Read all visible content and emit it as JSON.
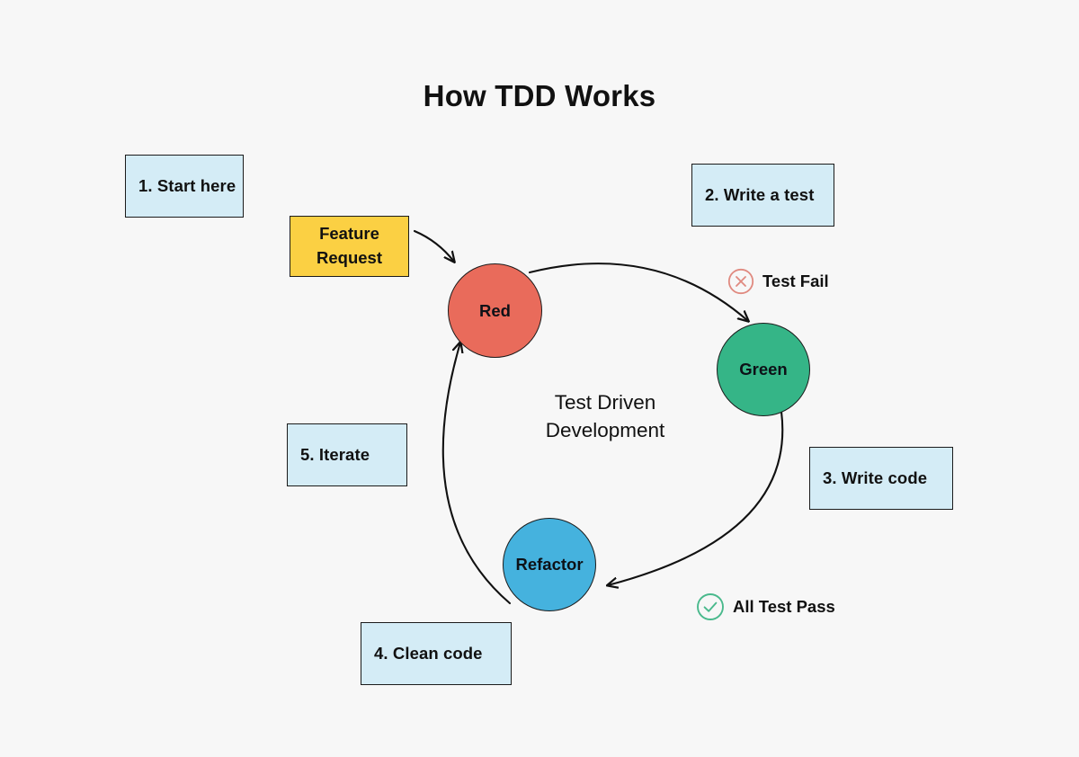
{
  "page": {
    "title": "How TDD Works",
    "background_color": "#f7f7f7"
  },
  "diagram": {
    "center_label_line1": "Test Driven",
    "center_label_line2": "Development",
    "input_box": {
      "line1": "Feature",
      "line2": "Request",
      "color": "#fbd043"
    },
    "nodes": [
      {
        "id": "red",
        "label": "Red",
        "color": "#e96b5b"
      },
      {
        "id": "green",
        "label": "Green",
        "color": "#35b587"
      },
      {
        "id": "refactor",
        "label": "Refactor",
        "color": "#45b2de"
      }
    ],
    "notes": [
      {
        "id": "start-here",
        "label": "1. Start here",
        "color": "#d4ecf6"
      },
      {
        "id": "write-a-test",
        "label": "2. Write a test",
        "color": "#d4ecf6"
      },
      {
        "id": "write-code",
        "label": "3. Write code",
        "color": "#d4ecf6"
      },
      {
        "id": "clean-code",
        "label": "4. Clean code",
        "color": "#d4ecf6"
      },
      {
        "id": "iterate",
        "label": "5. Iterate",
        "color": "#d4ecf6"
      }
    ],
    "statuses": [
      {
        "id": "test-fail",
        "label": "Test Fail",
        "icon": "circle-x-icon",
        "color": "#e08a80"
      },
      {
        "id": "all-test-pass",
        "label": "All Test Pass",
        "icon": "circle-check-icon",
        "color": "#49b98c"
      }
    ],
    "arrow_color": "#111111"
  }
}
